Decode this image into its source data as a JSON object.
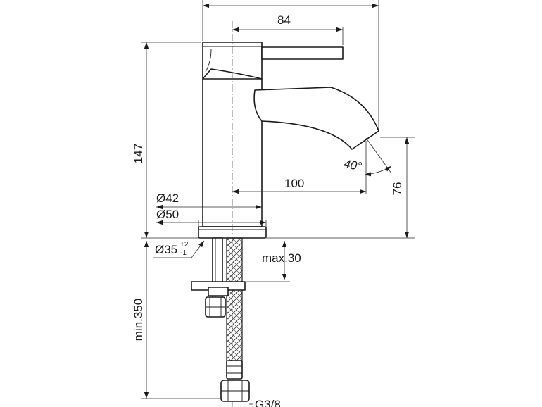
{
  "dimensions": {
    "lever_reach": "84",
    "height": "147",
    "spout_reach": "100",
    "spout_height": "76",
    "spout_angle": "40°",
    "body_diameter": "Ø42",
    "base_diameter": "Ø50",
    "hole_diameter": "Ø35",
    "hole_tol_plus": "+2",
    "hole_tol_minus": "-1",
    "max_thickness": "max.30",
    "hose_length": "min.350",
    "connection": "G3/8"
  }
}
